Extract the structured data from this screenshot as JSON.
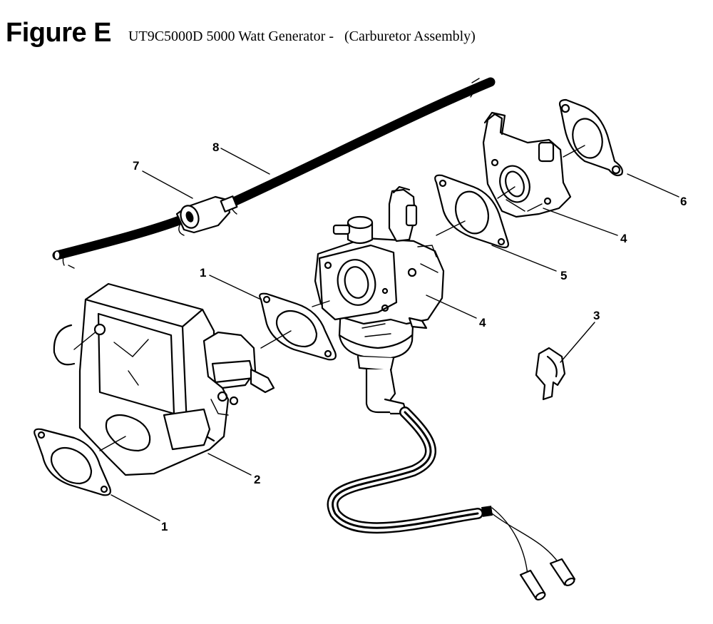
{
  "header": {
    "figure_label": "Figure E",
    "title": "UT9C5000D 5000 Watt Generator -   (Carburetor Assembly)"
  },
  "callouts": {
    "c1_upper": "1",
    "c1_lower": "1",
    "c2": "2",
    "c3": "3",
    "c4_carb": "4",
    "c4_holder": "4",
    "c5": "5",
    "c6": "6",
    "c7": "7",
    "c8": "8"
  }
}
